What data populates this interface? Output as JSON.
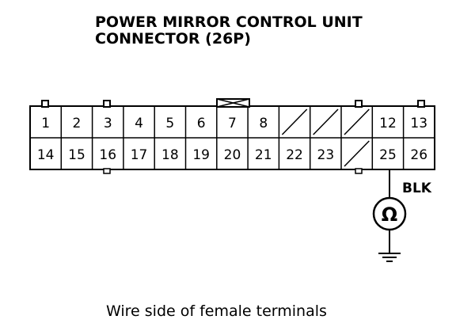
{
  "title_line1": "POWER MIRROR CONTROL UNIT",
  "title_line2": "CONNECTOR (26P)",
  "caption": "Wire side of female terminals",
  "wire_color_label": "BLK",
  "meter_symbol": "Ω",
  "terminals": {
    "row1": [
      "1",
      "2",
      "3",
      "4",
      "5",
      "6",
      "7",
      "8",
      "",
      "",
      "",
      "12",
      "13"
    ],
    "row2": [
      "14",
      "15",
      "16",
      "17",
      "18",
      "19",
      "20",
      "21",
      "22",
      "23",
      "",
      "25",
      "26"
    ]
  },
  "unused_cells": [
    "row1-9",
    "row1-10",
    "row1-11",
    "row2-11"
  ],
  "measured_terminal": "25"
}
